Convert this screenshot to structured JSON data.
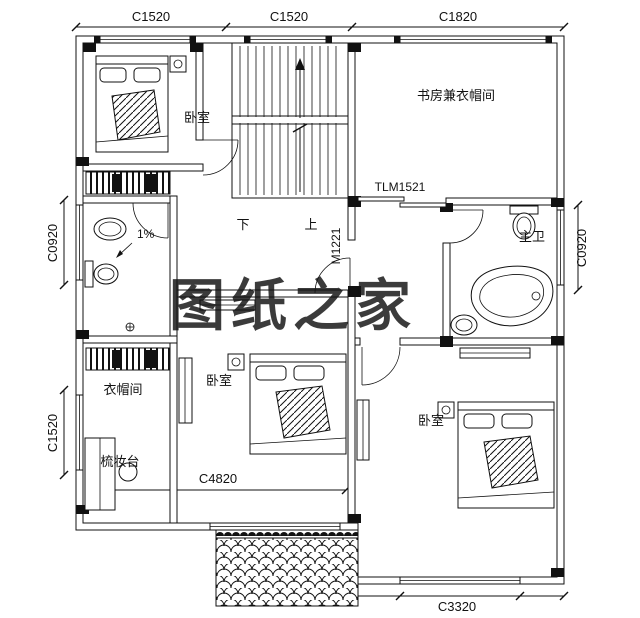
{
  "watermark": {
    "text": "图纸之家",
    "color": "#e02020"
  },
  "dims": {
    "top1": "C1520",
    "top2": "C1520",
    "top3": "C1820",
    "left_top": "C0920",
    "left_bottom": "C1520",
    "right": "C0920",
    "bottom_left": "C4820",
    "bottom_right": "C3320"
  },
  "labels": {
    "sliding_door": "TLM1521",
    "door": "M1221",
    "slope": "1%",
    "down": "下",
    "up": "上"
  },
  "rooms": {
    "bedroom1": "卧室",
    "study": "书房兼衣帽间",
    "master_bath": "主卫",
    "cloakroom": "衣帽间",
    "dresser": "梳妆台",
    "bedroom2": "卧室",
    "bedroom3": "卧室"
  }
}
